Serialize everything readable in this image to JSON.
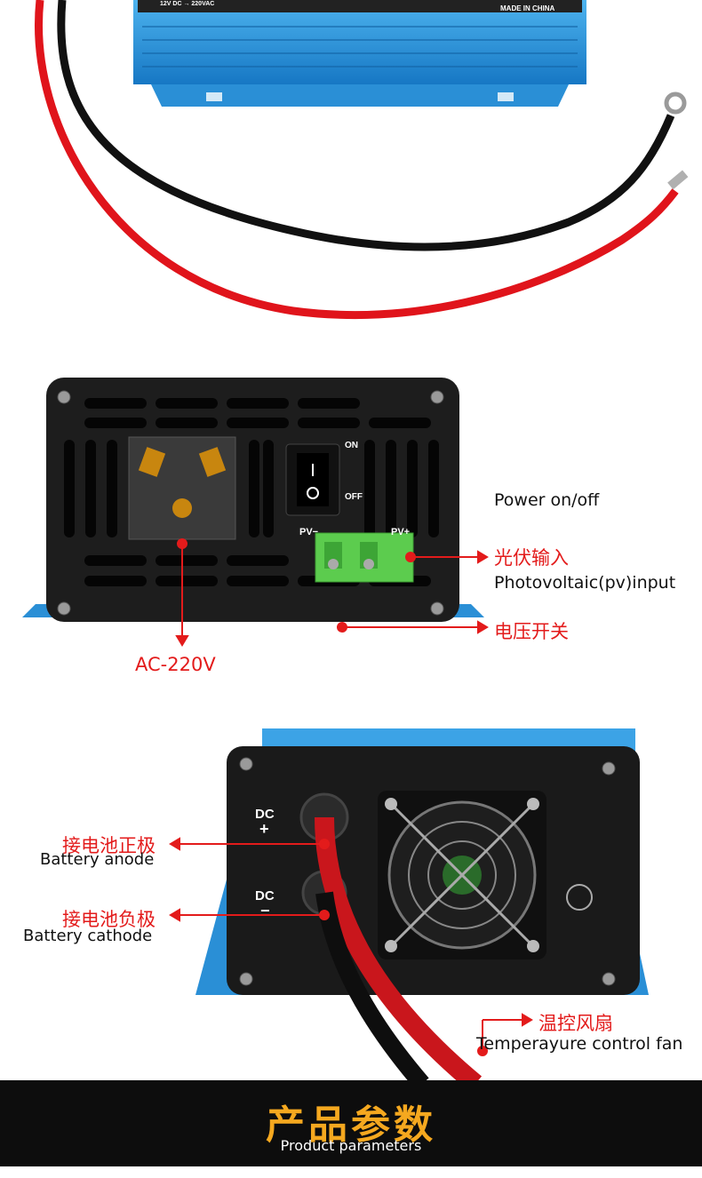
{
  "top_unit": {
    "label_left": "12V DC → 220VAC",
    "label_right": "MADE IN CHINA"
  },
  "front_panel": {
    "switch_on": "ON",
    "switch_off": "OFF",
    "pv_minus": "PV−",
    "pv_plus": "PV+",
    "callouts": {
      "power": "Power  on/off",
      "pv_cn": "光伏输入",
      "pv_en": "Photovoltaic(pv)input",
      "voltage_switch_cn": "电压开关",
      "ac": "AC-220V"
    }
  },
  "back_panel": {
    "dc_plus": "DC",
    "dc_minus": "DC",
    "callouts": {
      "anode_cn": "接电池正极",
      "anode_en": "Battery anode",
      "cathode_cn": "接电池负极",
      "cathode_en": "Battery cathode",
      "fan_cn": "温控风扇",
      "fan_en": "Temperayure control fan"
    }
  },
  "footer": {
    "title": "产品参数",
    "subtitle": "Product parameters"
  },
  "colors": {
    "accent_red": "#e31b1b",
    "heading_orange": "#f5a81f",
    "casing_blue": "#2a8fd6",
    "panel_black": "#1b1b1b"
  }
}
